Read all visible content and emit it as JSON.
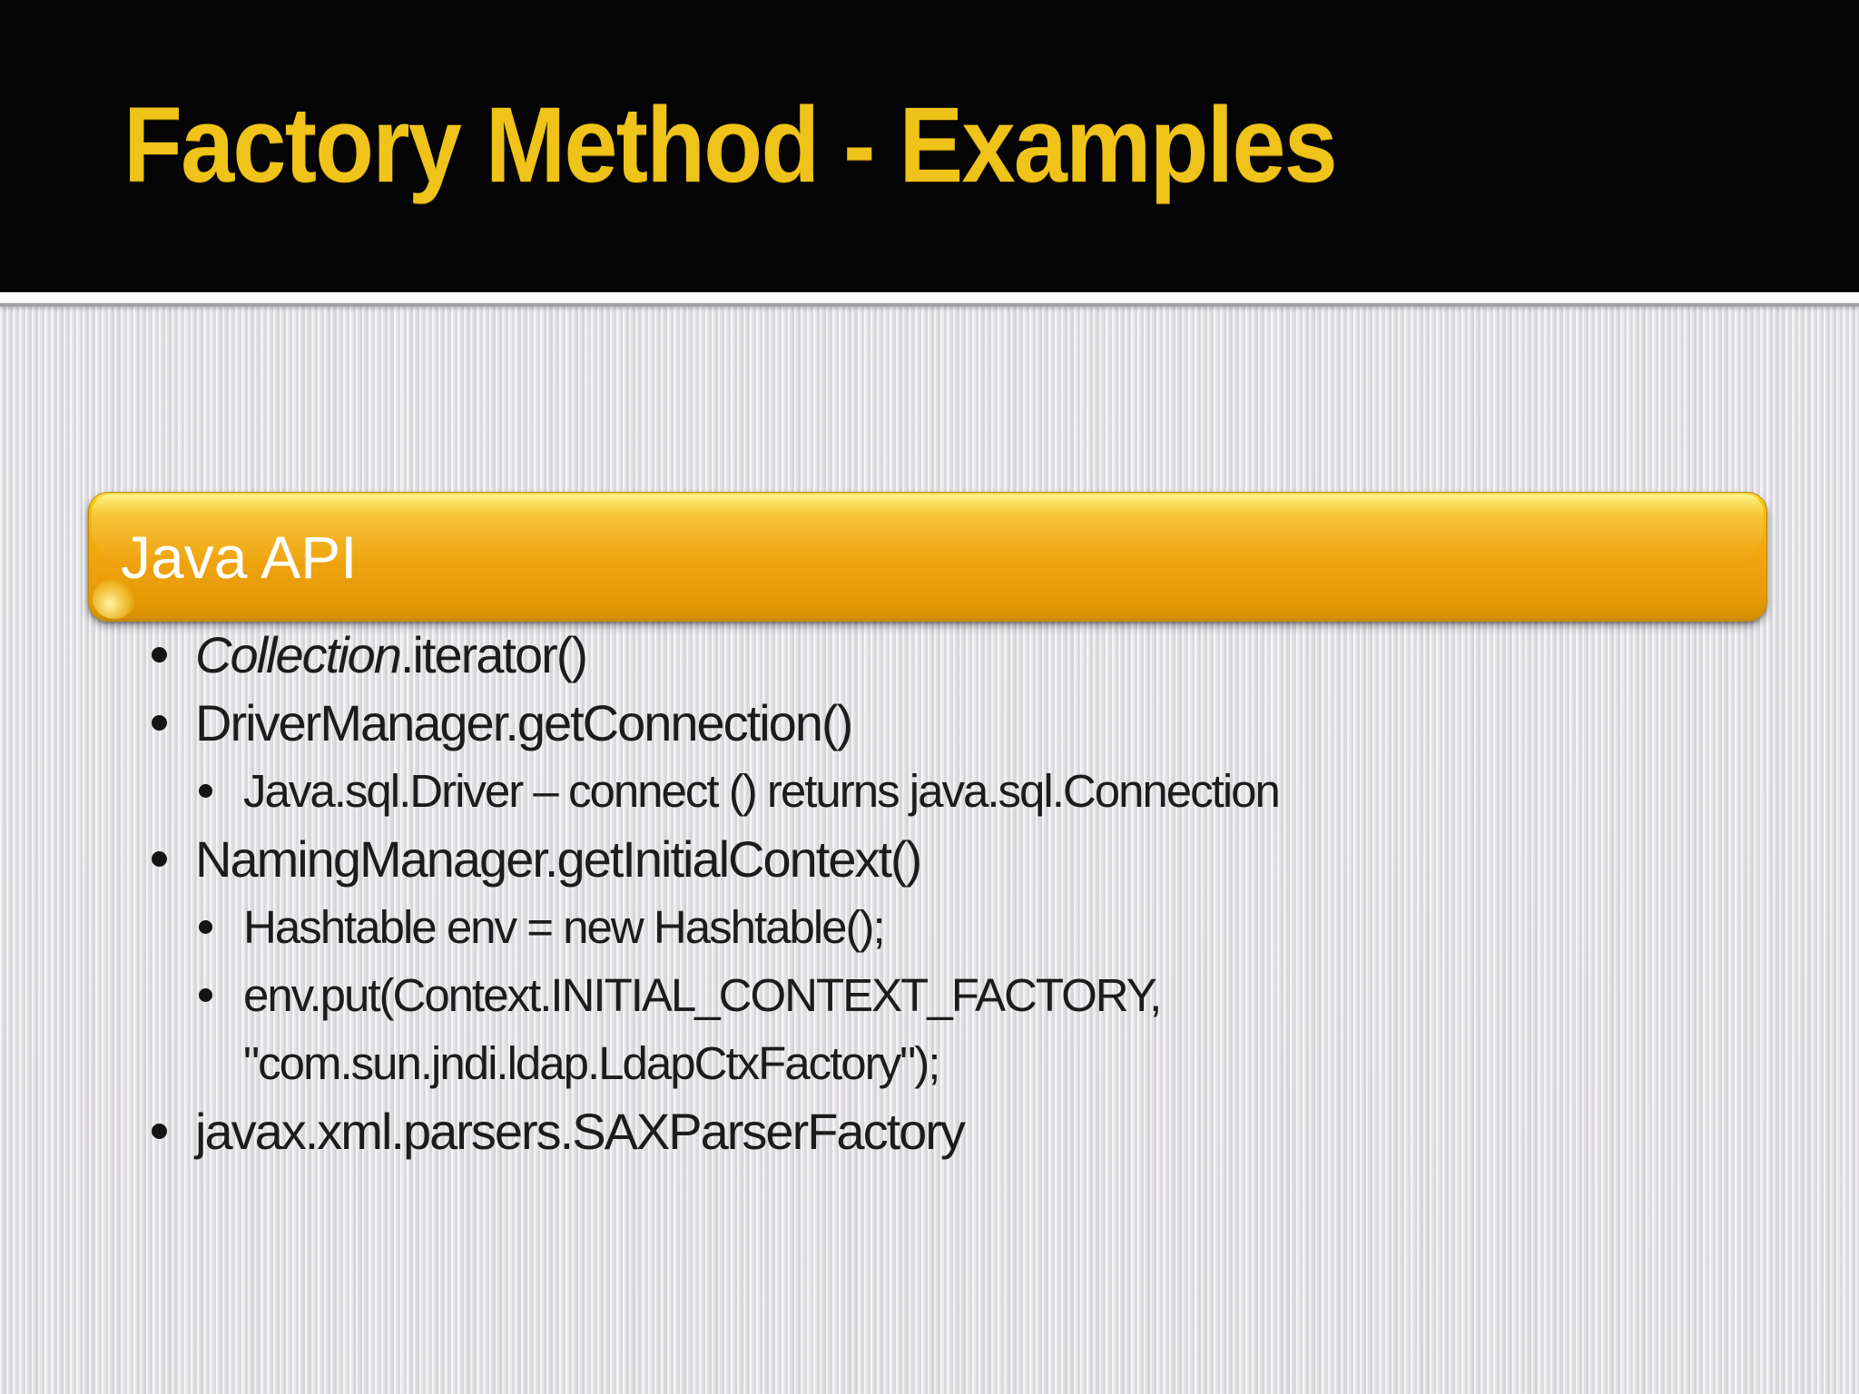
{
  "slide": {
    "title": "Factory Method - Examples",
    "title_color": "#efc319",
    "header_background": "#040404"
  },
  "content": {
    "section_banner": {
      "label": "Java API",
      "label_color": "#ffffff",
      "gradient_top": "#ffe14a",
      "gradient_mid": "#efa30f",
      "gradient_bottom": "#db9303"
    },
    "text_color": "#1c1c1c",
    "bullets": [
      {
        "level": 1,
        "segments": [
          {
            "text": "Collection",
            "italic": true
          },
          {
            "text": ".iterator()",
            "italic": false
          }
        ]
      },
      {
        "level": 1,
        "segments": [
          {
            "text": "DriverManager.getConnection()",
            "italic": false
          }
        ]
      },
      {
        "level": 2,
        "segments": [
          {
            "text": "Java.sql.Driver – connect () returns java.sql.Connection",
            "italic": false
          }
        ]
      },
      {
        "level": 1,
        "segments": [
          {
            "text": "NamingManager.getInitialContext()",
            "italic": false
          }
        ]
      },
      {
        "level": 2,
        "segments": [
          {
            "text": "Hashtable env = new Hashtable();",
            "italic": false
          }
        ]
      },
      {
        "level": 2,
        "segments": [
          {
            "text": "env.put(Context.INITIAL_CONTEXT_FACTORY,\n\"com.sun.jndi.ldap.LdapCtxFactory\");",
            "italic": false
          }
        ]
      },
      {
        "level": 1,
        "segments": [
          {
            "text": "javax.xml.parsers.SAXParserFactory",
            "italic": false
          }
        ]
      }
    ]
  }
}
